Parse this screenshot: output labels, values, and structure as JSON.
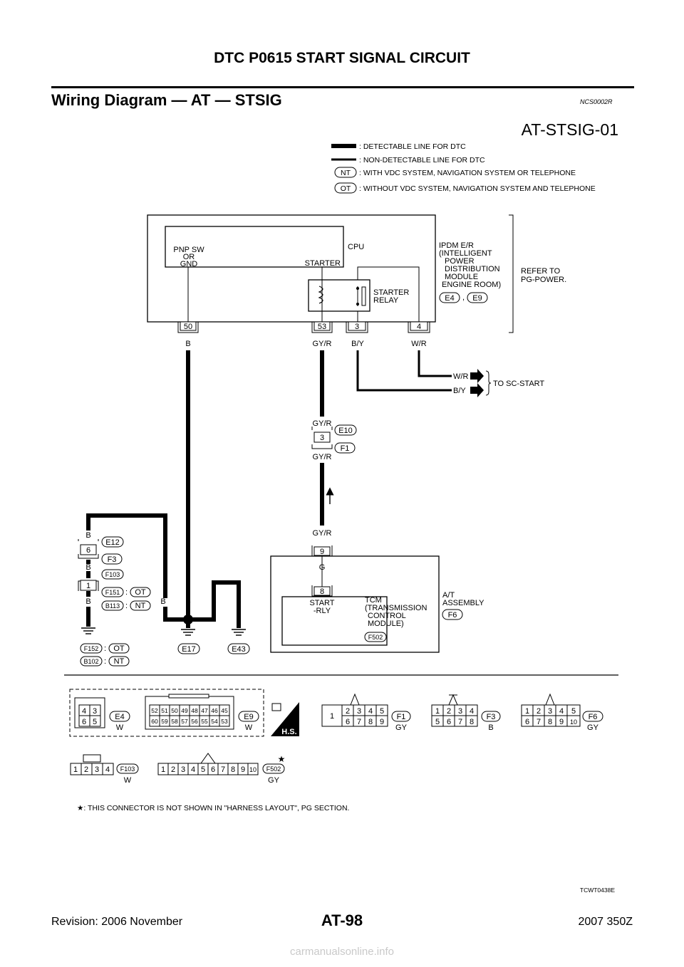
{
  "header": {
    "title": "DTC P0615 START SIGNAL CIRCUIT"
  },
  "section": {
    "title": "Wiring Diagram — AT — STSIG",
    "code": "NCS0002R"
  },
  "diagram": {
    "id": "AT-STSIG-01",
    "legend": {
      "detectable": ": DETECTABLE LINE FOR DTC",
      "non_detectable": ": NON-DETECTABLE LINE FOR DTC",
      "nt_tag": "NT",
      "nt_text": ": WITH VDC SYSTEM, NAVIGATION SYSTEM OR TELEPHONE",
      "ot_tag": "OT",
      "ot_text": ": WITHOUT VDC SYSTEM, NAVIGATION SYSTEM AND TELEPHONE"
    },
    "ipdm": {
      "pnp_line1": "PNP SW",
      "pnp_line2": "OR",
      "pnp_line3": "GND",
      "starter": "STARTER",
      "cpu": "CPU",
      "relay_line1": "STARTER",
      "relay_line2": "RELAY",
      "name_line1": "IPDM E/R",
      "name_line2": "(INTELLIGENT",
      "name_line3": "POWER",
      "name_line4": "DISTRIBUTION",
      "name_line5": "MODULE",
      "name_line6": "ENGINE ROOM)",
      "conn1": "E4",
      "comma": ",",
      "conn2": "E9",
      "refer_line1": "REFER TO",
      "refer_line2": "PG-POWER.",
      "pins": [
        "50",
        "53",
        "3",
        "4"
      ],
      "wire_colors": [
        "B",
        "GY/R",
        "B/Y",
        "W/R"
      ]
    },
    "sc_start": {
      "wr": "W/R",
      "by": "B/Y",
      "label": "TO SC-START"
    },
    "joint": {
      "top_color": "GY/R",
      "pin": "3",
      "conn_top": "E10",
      "conn_bottom": "F1",
      "bottom_color": "GY/R"
    },
    "tcm": {
      "in_color": "GY/R",
      "pin_outer": "9",
      "inner_color": "G",
      "pin_inner": "8",
      "func_line1": "START",
      "func_line2": "-RLY",
      "name_line1": "TCM",
      "name_line2": "(TRANSMISSION",
      "name_line3": "CONTROL",
      "name_line4": "MODULE)",
      "conn": "F502",
      "assy_line1": "A/T",
      "assy_line2": "ASSEMBLY",
      "assy_conn": "F6"
    },
    "ground_left": {
      "color_top": "B",
      "pin1": "6",
      "conn_e12": "E12",
      "conn_f3": "F3",
      "color_mid": "B",
      "conn_f103": "F103",
      "pin2": "1",
      "conn_f151": "F151",
      "ot": "OT",
      "conn_b113": "B113",
      "nt": "NT",
      "color_bottom": "B",
      "colon": ":",
      "conn_f152": "F152",
      "conn_b102": "B102"
    },
    "grounds": {
      "wire_colors": [
        "B",
        "B",
        "B",
        "B"
      ],
      "e17": "E17",
      "e43": "E43"
    },
    "connectors": {
      "e4": {
        "name": "E4",
        "color": "W",
        "pins": [
          "4",
          "3",
          "6",
          "5"
        ]
      },
      "e9": {
        "name": "E9",
        "color": "W",
        "pins_top": [
          "52",
          "51",
          "50",
          "49",
          "48",
          "47",
          "46",
          "45"
        ],
        "pins_bottom": [
          "60",
          "59",
          "58",
          "57",
          "56",
          "55",
          "54",
          "53"
        ]
      },
      "hs": "H.S.",
      "f1": {
        "name": "F1",
        "color": "GY",
        "pin_big": "1",
        "pins_top": [
          "2",
          "3",
          "4",
          "5"
        ],
        "pins_bottom": [
          "6",
          "7",
          "8",
          "9"
        ]
      },
      "f3": {
        "name": "F3",
        "color": "B",
        "pins_top": [
          "1",
          "2",
          "3",
          "4"
        ],
        "pins_bottom": [
          "5",
          "6",
          "7",
          "8"
        ]
      },
      "f6": {
        "name": "F6",
        "color": "GY",
        "pins_top": [
          "1",
          "2",
          "3",
          "4",
          "5"
        ],
        "pins_bottom": [
          "6",
          "7",
          "8",
          "9",
          "10"
        ]
      },
      "f103": {
        "name": "F103",
        "color": "W",
        "pins": [
          "1",
          "2",
          "3",
          "4"
        ]
      },
      "f502": {
        "name": "F502",
        "color": "GY",
        "star": "★",
        "pins": [
          "1",
          "2",
          "3",
          "4",
          "5",
          "6",
          "7",
          "8",
          "9",
          "10"
        ]
      }
    },
    "note": "★: THIS CONNECTOR IS NOT SHOWN IN \"HARNESS LAYOUT\", PG SECTION.",
    "figure_code": "TCWT0438E"
  },
  "footer": {
    "revision": "Revision: 2006 November",
    "page": "AT-98",
    "model": "2007 350Z"
  },
  "watermark": "carmanualsonline.info"
}
